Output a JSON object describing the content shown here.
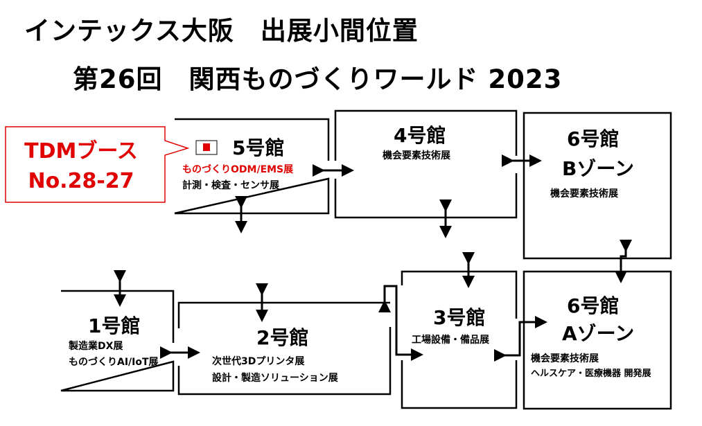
{
  "title": {
    "line1": "インテックス大阪　出展小間位置",
    "line2": "第26回　関西ものづくりワールド 2023"
  },
  "callout": {
    "line1": "TDMブース",
    "line2": "No.28-27"
  },
  "halls": {
    "h5": {
      "name": "5号館",
      "events": [
        "ものづくりODM/EMS展",
        "計測・検査・センサ展"
      ]
    },
    "h4": {
      "name": "4号館",
      "events": [
        "機会要素技術展"
      ]
    },
    "h6b": {
      "name": "6号館",
      "zone": "Bゾーン",
      "events": [
        "機会要素技術展"
      ]
    },
    "h1": {
      "name": "1号館",
      "events": [
        "製造業DX展",
        "ものづくりAI/IoT展"
      ]
    },
    "h2": {
      "name": "2号館",
      "events": [
        "次世代3Dプリンタ展",
        "設計・製造ソリューション展"
      ]
    },
    "h3": {
      "name": "3号館",
      "events": [
        "工場設備・備品展"
      ]
    },
    "h6a": {
      "name": "6号館",
      "zone": "Aゾーン",
      "events": [
        "機会要素技術展",
        "ヘルスケア・医療機器 開発展"
      ]
    }
  },
  "colors": {
    "highlight": "#e00000",
    "line": "#000000"
  }
}
